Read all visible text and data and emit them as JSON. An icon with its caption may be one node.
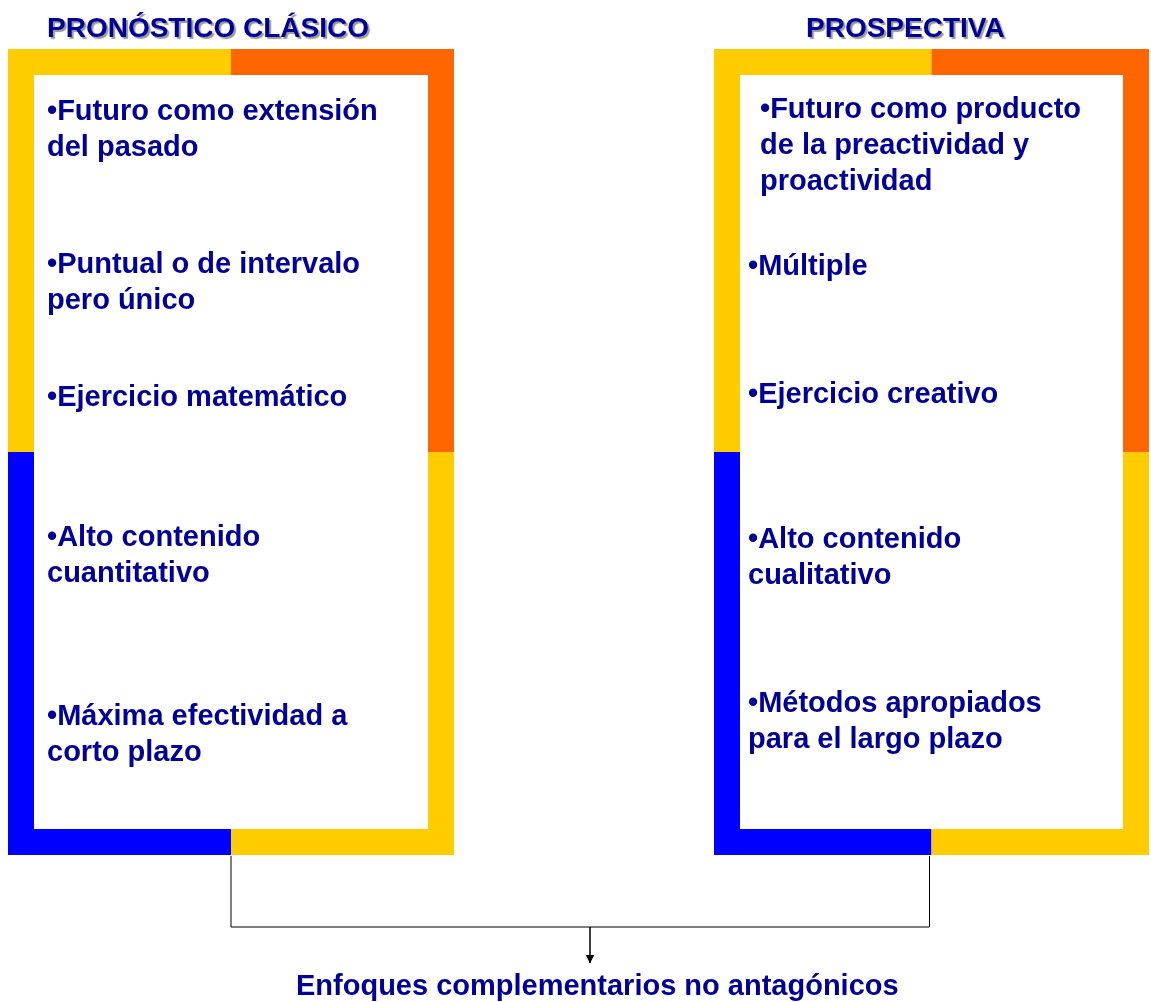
{
  "diagram": {
    "nodes": [
      {
        "text": [
          "PRONÓSTICO CLÁSICO",
          "•Futuro como extensión del pasado",
          "•Puntual o de intervalo pero único",
          "•Ejercicio matemático",
          "•Alto contenido cuantitativo",
          "•Máxima efectividad a corto plazo"
        ]
      },
      {
        "text": [
          "PROSPECTIVA",
          "•Futuro como producto de la preactividad y proactividad",
          "•Múltiple",
          "•Ejercicio creativo",
          "•Alto contenido cualitativo",
          "•Métodos apropiados para el largo plazo"
        ]
      },
      {
        "text": [
          "Enfoques complementarios no antagónicos"
        ]
      }
    ],
    "edges": [
      {
        "from": 0,
        "to": 2,
        "arrow": "to"
      },
      {
        "from": 1,
        "to": 2,
        "arrow": "to"
      }
    ]
  }
}
